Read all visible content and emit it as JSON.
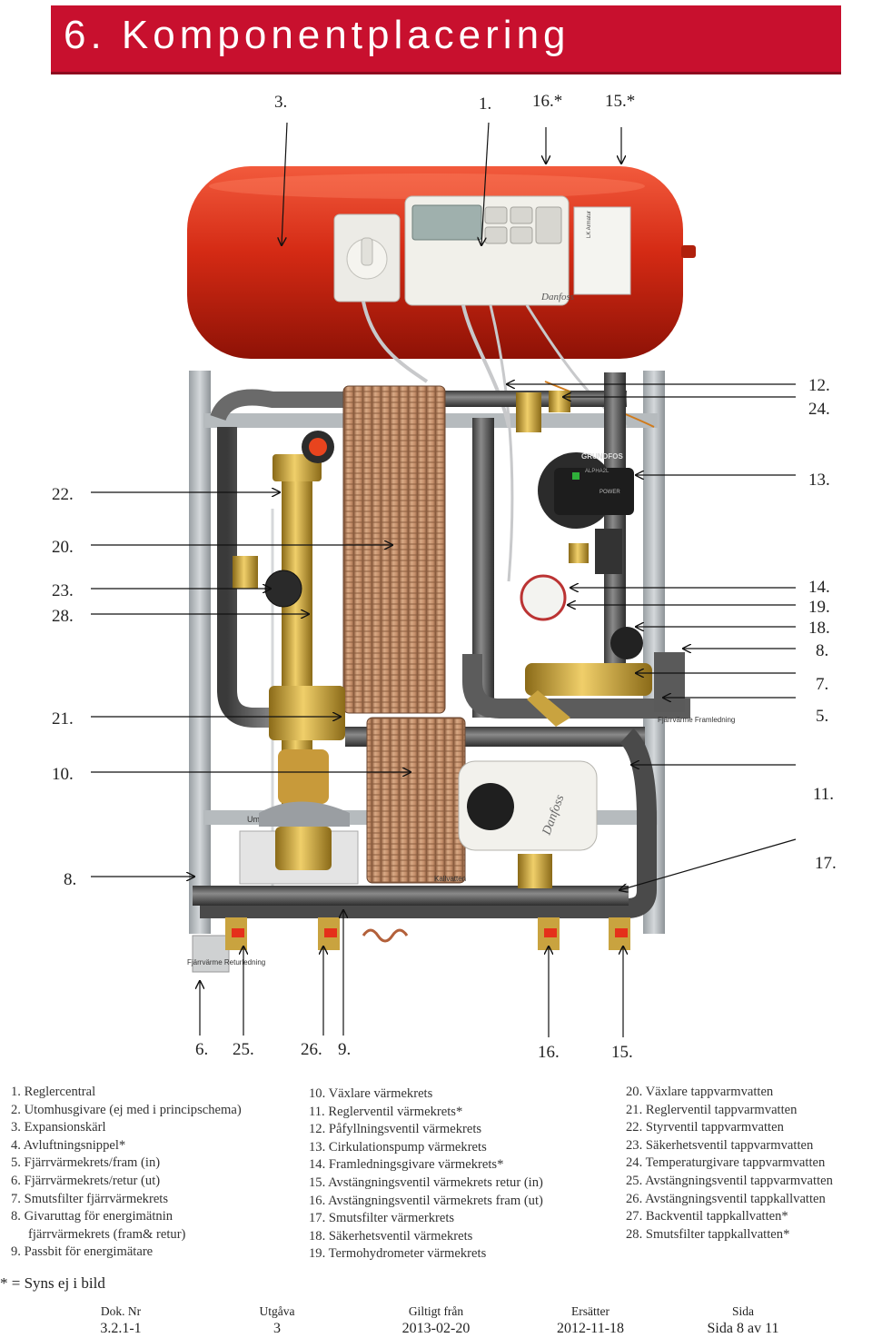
{
  "header": {
    "title": "6. Komponentplacering"
  },
  "callouts": {
    "top": [
      "3.",
      "1.",
      "16.*",
      "15.*"
    ],
    "right": [
      "12.",
      "24.",
      "13.",
      "14.",
      "19.",
      "18.",
      "8.",
      "7.",
      "5.",
      "11.",
      "17."
    ],
    "left": [
      "22.",
      "20.",
      "23.",
      "28.",
      "21.",
      "10.",
      "8."
    ],
    "bottom": [
      "6.",
      "25.",
      "26.",
      "9.",
      "16.",
      "15."
    ]
  },
  "photo_text": {
    "controller_brand": "Danfoss",
    "pump_brand": "GRUNDFOS",
    "pump_model": "ALPHA2L",
    "pump_power": "POWER",
    "label_fjarr_fram": "Fjärrvärme Framledning",
    "label_fjarr_retur": "Fjärrvärme Returledning",
    "label_umvatten": "Umvatten",
    "label_kall": "Kallvatten",
    "label_lk": "LK Armatur"
  },
  "legend": {
    "col1": [
      "1. Reglercentral",
      "2. Utomhusgivare (ej med i principschema)",
      "3. Expansionskärl",
      "4. Avluftningsnippel*",
      "5. Fjärrvärmekrets/fram (in)",
      "6. Fjärrvärmekrets/retur (ut)",
      "7. Smutsfilter fjärrvärmekrets",
      "8. Givaruttag för energimätnin",
      "fjärrvärmekrets (fram& retur)",
      "9. Passbit för energimätare"
    ],
    "col2": [
      "10. Växlare värmekrets",
      "11. Reglerventil värmekrets*",
      "12. Påfyllningsventil värmekrets",
      "13. Cirkulationspump värmekrets",
      "14. Framledningsgivare värmekrets*",
      "15. Avstängningsventil värmekrets  retur (in)",
      "16. Avstängningsventil värmekrets  fram (ut)",
      "17. Smutsfilter värmerkrets",
      "18. Säkerhetsventil värmekrets",
      "19. Termohydrometer värmekrets"
    ],
    "col3": [
      "20. Växlare tappvarmvatten",
      "21. Reglerventil tappvarmvatten",
      "22. Styrventil tappvarmvatten",
      "23. Säkerhetsventil tappvarmvatten",
      "24. Temperaturgivare tappvarmvatten",
      "25. Avstängningsventil tappvarmvatten",
      "26. Avstängningsventil tappkallvatten",
      "27. Backventil tappkallvatten*",
      "28. Smutsfilter tappkallvatten*"
    ]
  },
  "note": "* = Syns ej i bild",
  "footer": {
    "doknr_label": "Dok. Nr",
    "doknr": "3.2.1-1",
    "utgava_label": "Utgåva",
    "utgava": "3",
    "giltigt_label": "Giltigt från",
    "giltigt": "2013-02-20",
    "ersatter_label": "Ersätter",
    "ersatter": "2012-11-18",
    "sida_label": "Sida",
    "sida": "Sida 8 av 11"
  }
}
